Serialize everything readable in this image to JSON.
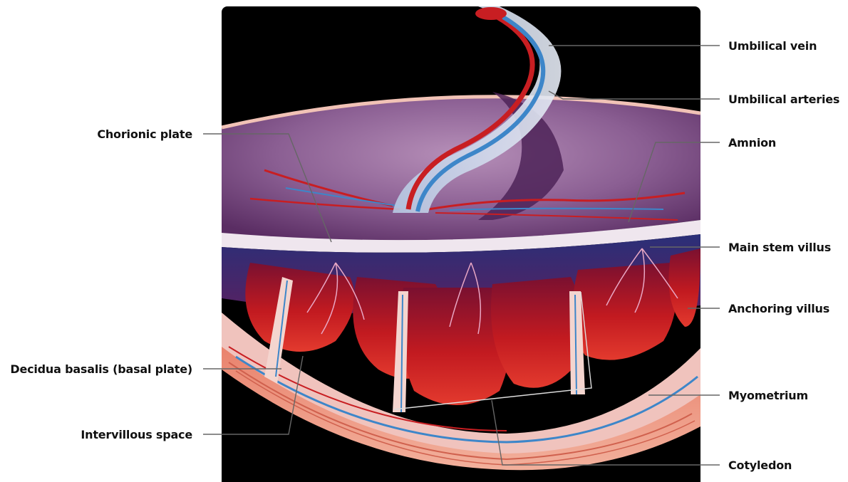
{
  "labels": {
    "umbilical_vein": "Umbilical vein",
    "umbilical_arteries": "Umbilical arteries",
    "amnion": "Amnion",
    "main_stem_villus": "Main stem villus",
    "anchoring_villus": "Anchoring villus",
    "myometrium": "Myometrium",
    "cotyledon": "Cotyledon",
    "chorionic_plate": "Chorionic plate",
    "decidua_basalis": "Decidua basalis (basal plate)",
    "intervillous_space": "Intervillous space"
  },
  "colors": {
    "background": "#000000",
    "artery_red": "#c81e22",
    "vein_blue": "#3d86c9",
    "purple_tissue": "#6c3e78",
    "myometrium": "#e97b63",
    "decidua": "#f2c8c2"
  }
}
